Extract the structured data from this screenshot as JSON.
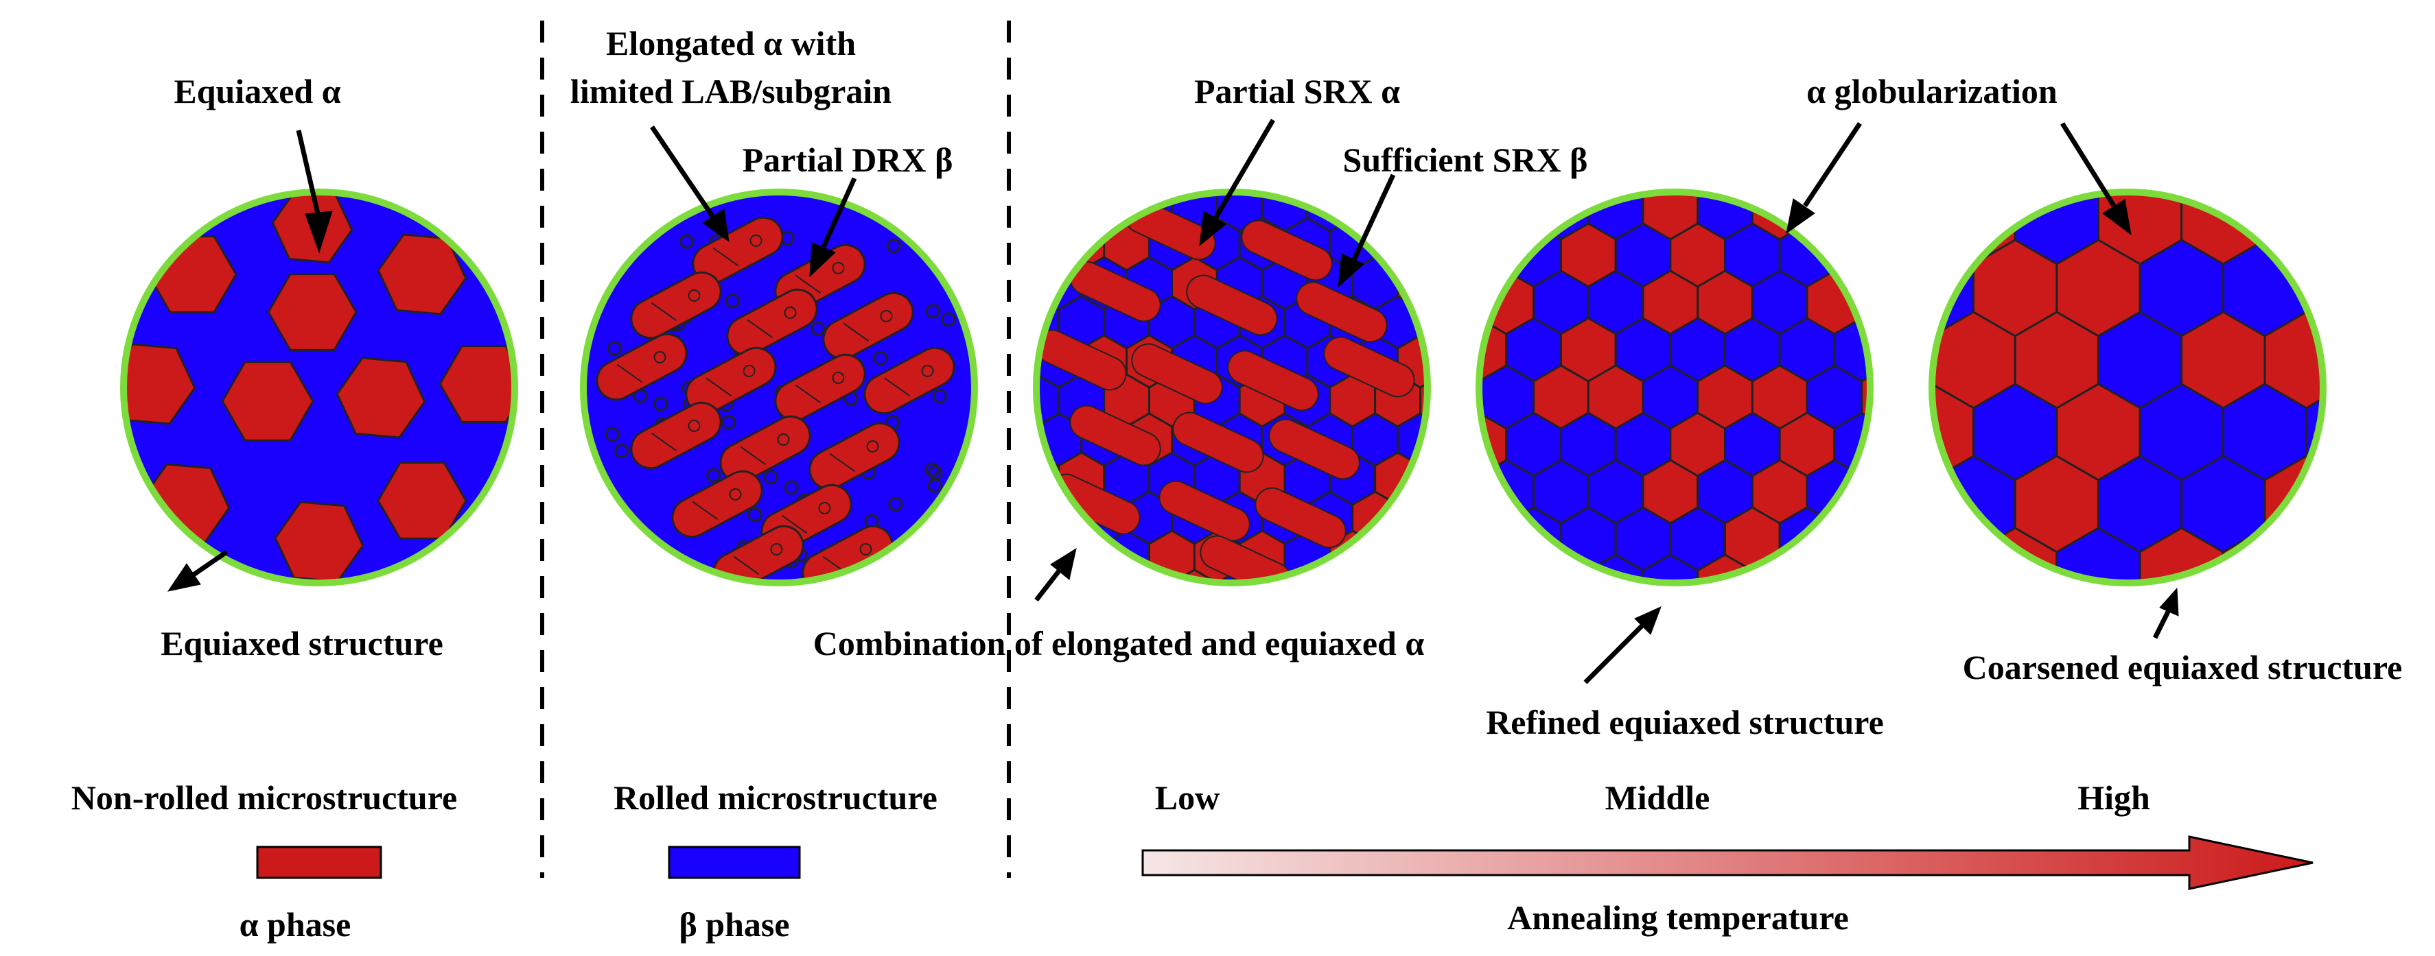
{
  "labels": {
    "equiaxed_alpha": "Equiaxed α",
    "elongated_alpha_line1": "Elongated α with",
    "elongated_alpha_line2": "limited LAB/subgrain",
    "partial_drx_beta": "Partial DRX β",
    "partial_srx_alpha": "Partial SRX α",
    "sufficient_srx_beta": "Sufficient SRX β",
    "alpha_globularization": "α globularization",
    "equiaxed_structure": "Equiaxed structure",
    "combination": "Combination of elongated and equiaxed α",
    "refined_equiaxed": "Refined equiaxed structure",
    "coarsened_equiaxed": "Coarsened equiaxed structure",
    "non_rolled": "Non-rolled microstructure",
    "rolled": "Rolled microstructure",
    "low": "Low",
    "middle": "Middle",
    "high": "High",
    "alpha_phase": "α phase",
    "beta_phase": "β phase",
    "annealing_temperature": "Annealing temperature"
  },
  "colors": {
    "alpha": "#cc1a1a",
    "beta": "#1a00ff",
    "boundary": "#7ddc3c",
    "outline": "#222222",
    "arrow_start": "#f6e6e6",
    "arrow_end": "#cc1a1a"
  },
  "circles": [
    {
      "name": "non-rolled-equiaxed",
      "pattern": "scattered-hexagons"
    },
    {
      "name": "rolled-elongated",
      "pattern": "elongated-grains"
    },
    {
      "name": "low-temp-mixed",
      "pattern": "mixed"
    },
    {
      "name": "middle-temp-refined",
      "pattern": "fine-honeycomb"
    },
    {
      "name": "high-temp-coarsened",
      "pattern": "coarse-honeycomb"
    }
  ]
}
